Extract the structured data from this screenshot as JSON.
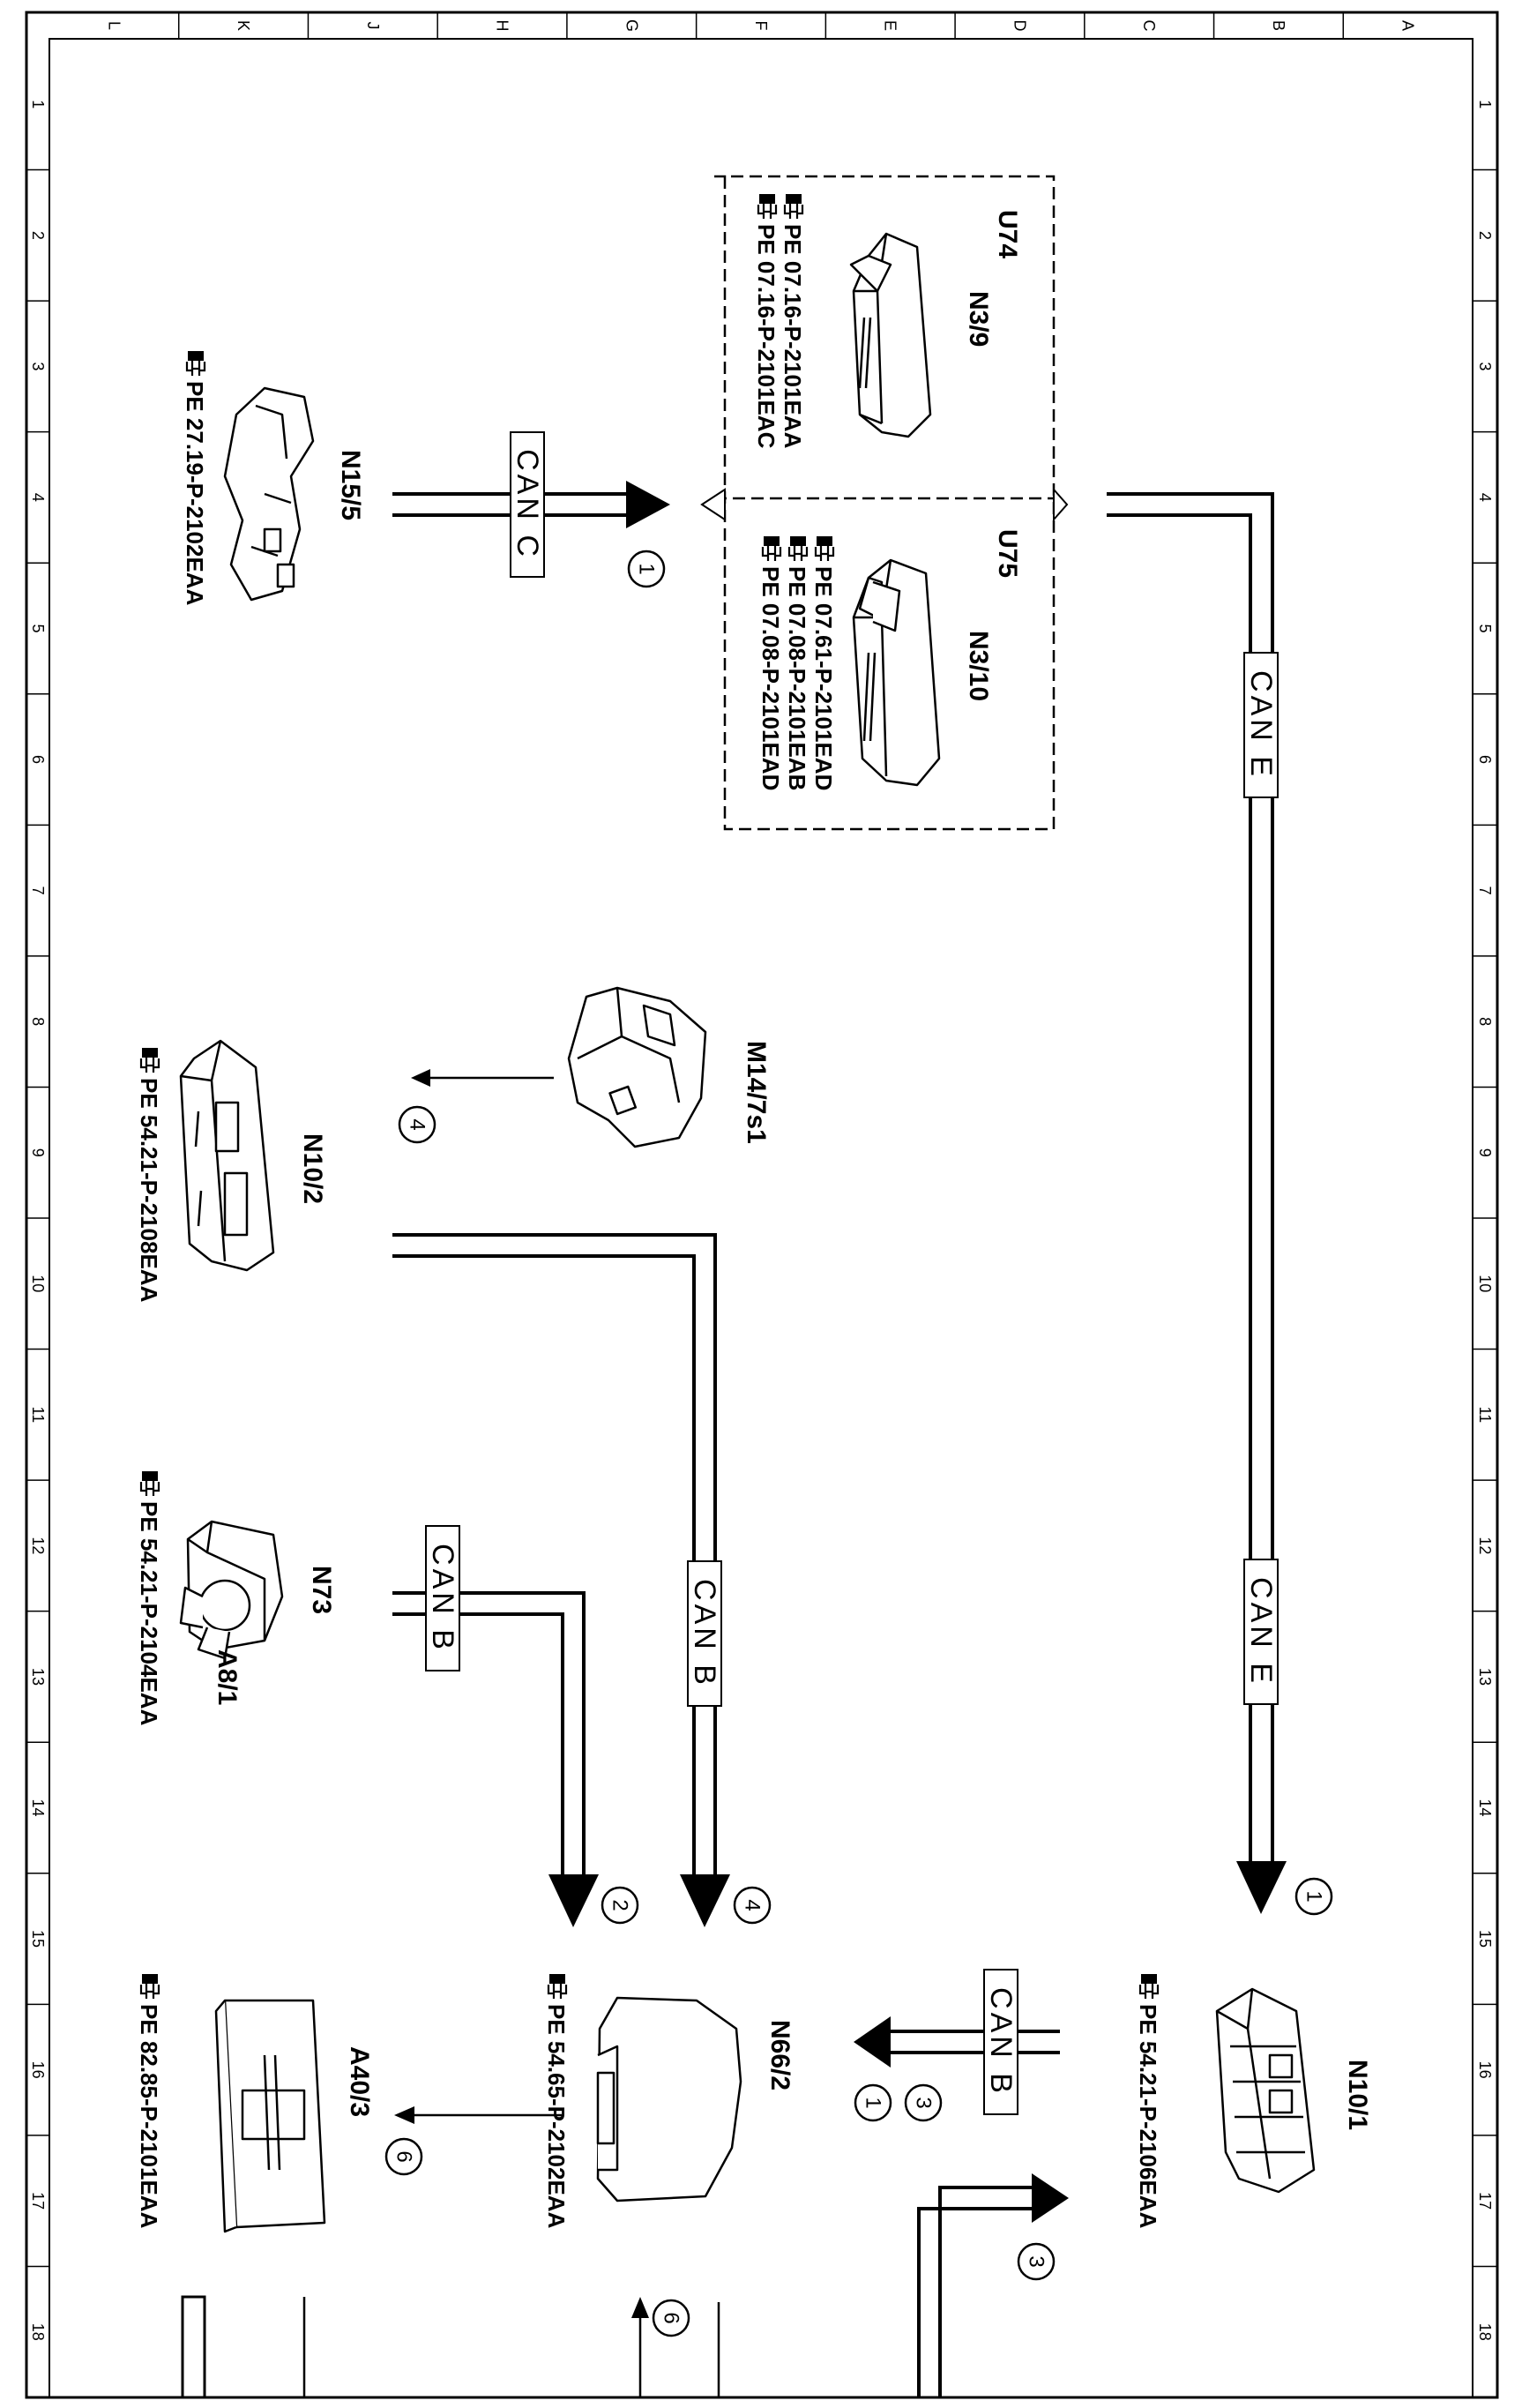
{
  "frame": {
    "top_letters": [
      "L",
      "K",
      "J",
      "H",
      "G",
      "F",
      "E",
      "D",
      "C",
      "B",
      "A"
    ],
    "side_numbers": [
      "1",
      "2",
      "3",
      "4",
      "5",
      "6",
      "7",
      "8",
      "9",
      "10",
      "11",
      "12",
      "13",
      "14",
      "15",
      "16",
      "17",
      "18"
    ]
  },
  "components": {
    "n15_5": {
      "label": "N15/5",
      "refs": [
        "PE 27.19-P-2102EAA"
      ]
    },
    "u74": {
      "label": "U74",
      "sub": "N3/9",
      "refs": [
        "PE 07.16-P-2101EAA",
        "PE 07.16-P-2101EAC"
      ]
    },
    "u75": {
      "label": "U75",
      "sub": "N3/10",
      "refs": [
        "PE 07.61-P-2101EAD",
        "PE 07.08-P-2101EAB",
        "PE 07.08-P-2101EAD"
      ]
    },
    "m14_7s1": {
      "label": "M14/7s1"
    },
    "n10_2": {
      "label": "N10/2",
      "refs": [
        "PE 54.21-P-2108EAA"
      ]
    },
    "n73": {
      "label": "N73",
      "sub": "A8/1",
      "refs": [
        "PE 54.21-P-2104EAA"
      ]
    },
    "n66_2": {
      "label": "N66/2",
      "refs": [
        "PE 54.65-P-2102EAA"
      ]
    },
    "a40_3": {
      "label": "A40/3",
      "refs": [
        "PE 82.85-P-2101EAA"
      ]
    },
    "n10_1": {
      "label": "N10/1",
      "refs": [
        "PE 54.21-P-2106EAA"
      ]
    }
  },
  "buses": {
    "can_c": "CAN C",
    "can_e_top": "CAN E",
    "can_e_bottom": "CAN E",
    "can_b_n73": "CAN B",
    "can_b_n10_2": "CAN B",
    "can_b_n66": "CAN B"
  },
  "markers": {
    "m_can_c": "1",
    "m_can_e": "1",
    "m_m14": "4",
    "m_n73": "2",
    "m_n10_2": "4",
    "m_n66_a": "3",
    "m_n66_b": "1",
    "m_a40": "6",
    "m_n10_1": "3",
    "m_bottom": "6"
  }
}
